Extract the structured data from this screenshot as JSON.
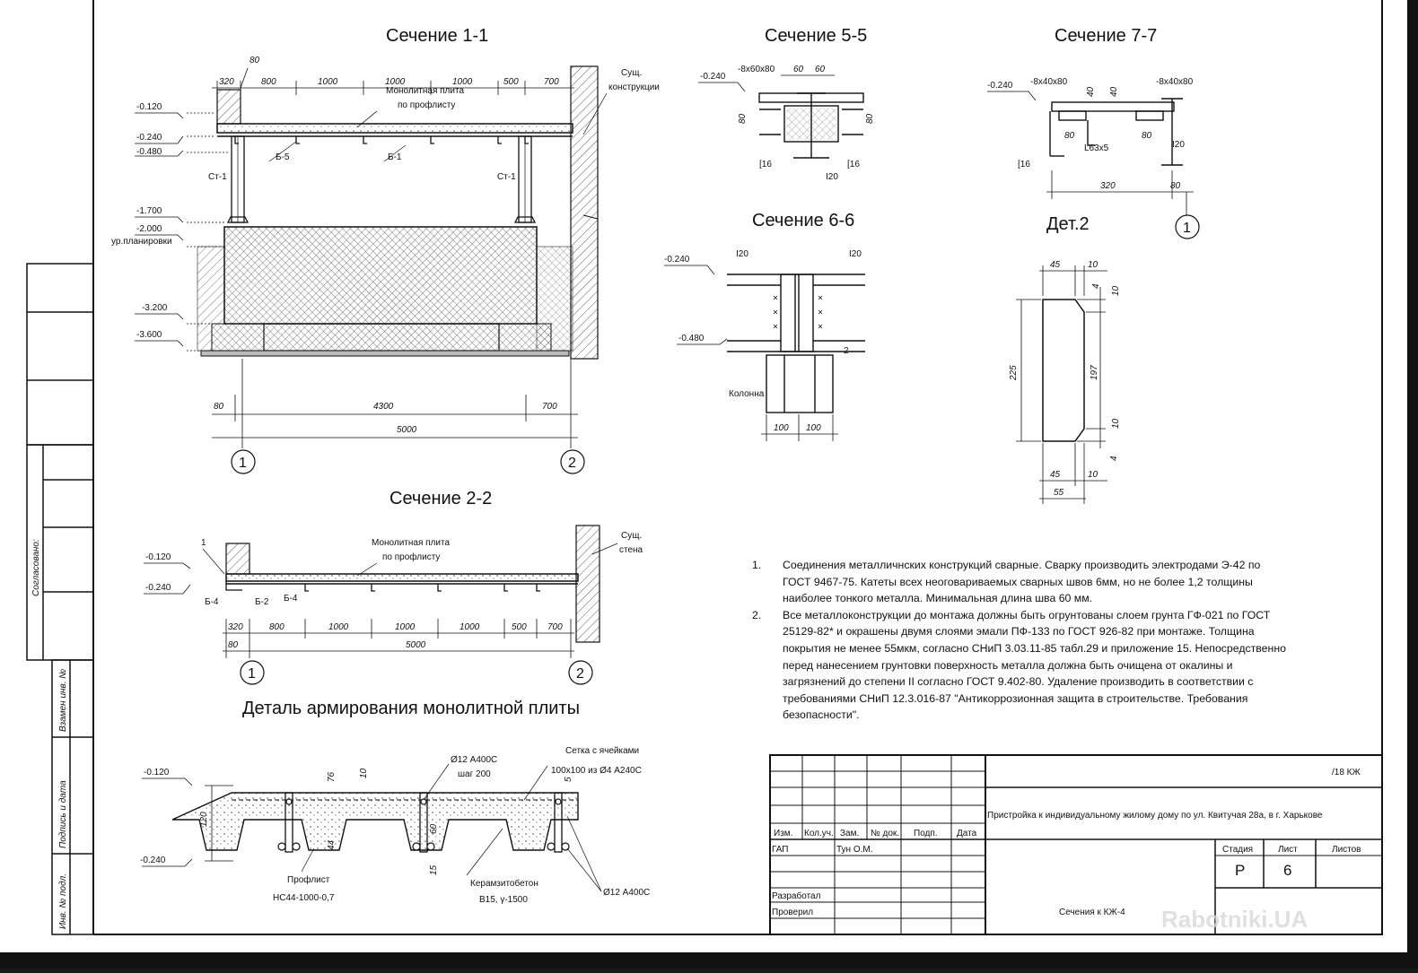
{
  "titles": {
    "s11": "Сечение 1-1",
    "s55": "Сечение 5-5",
    "s77": "Сечение 7-7",
    "s66": "Сечение 6-6",
    "det2": "Дет.2",
    "s22": "Сечение 2-2",
    "detail": "Деталь армирования монолитной плиты"
  },
  "s11": {
    "top_dims": [
      "320",
      "800",
      "1000",
      "1000",
      "1000",
      "500",
      "700"
    ],
    "dim_80": "80",
    "levels": [
      "-0.120",
      "-0.240",
      "-0.480",
      "-1.700",
      "-2.000",
      "-3.200",
      "-3.600"
    ],
    "ground_label": "ур.планировки",
    "slab_label_1": "Монолитная плита",
    "slab_label_2": "по профлисту",
    "exist_label_1": "Сущ.",
    "exist_label_2": "конструкции",
    "beam_b5": "Б-5",
    "beam_b1": "Б-1",
    "col_left": "Ст-1",
    "col_right": "Ст-1",
    "bottom_dims": [
      "80",
      "4300",
      "700"
    ],
    "total": "5000",
    "axis_1": "1",
    "axis_2": "2"
  },
  "s55": {
    "level": "-0.240",
    "plate": "-8x60x80",
    "dim60a": "60",
    "dim60b": "60",
    "dim80l": "80",
    "dim80r": "80",
    "ch_left": "[16",
    "ch_right": "[16",
    "ibeam": "I20"
  },
  "s77": {
    "level": "-0.240",
    "plate_l": "-8x40x80",
    "plate_r": "-8x40x80",
    "dim40a": "40",
    "dim40b": "40",
    "dim80l": "80",
    "dim80r": "80",
    "angle": "L63x5",
    "ch": "[16",
    "ibeam": "I20",
    "dim320": "320",
    "dim80b": "80",
    "axis": "1"
  },
  "s66": {
    "level1": "-0.240",
    "level2": "-0.480",
    "ibeam_l": "I20",
    "ibeam_r": "I20",
    "column": "Колонна",
    "mark2": "2",
    "dim100a": "100",
    "dim100b": "100"
  },
  "det2": {
    "d45t": "45",
    "d10t": "10",
    "d4t": "4",
    "d10r": "10",
    "d225": "225",
    "d197": "197",
    "d10b": "10",
    "d4b": "4",
    "d45b": "45",
    "d10bb": "10",
    "d55": "55"
  },
  "s22": {
    "dim1": "1",
    "levels": [
      "-0.120",
      "-0.240"
    ],
    "slab_label_1": "Монолитная плита",
    "slab_label_2": "по профлисту",
    "exist_label_1": "Сущ.",
    "exist_label_2": "стена",
    "b4a": "Б-4",
    "b2": "Б-2",
    "b4b": "Б-4",
    "dims": [
      "320",
      "800",
      "1000",
      "1000",
      "1000",
      "500",
      "700"
    ],
    "dim80": "80",
    "total": "5000",
    "axis_1": "1",
    "axis_2": "2"
  },
  "detail": {
    "level1": "-0.120",
    "level2": "-0.240",
    "d120": "120",
    "d76": "76",
    "d10": "10",
    "d60": "60",
    "d44": "44",
    "d15": "15",
    "d5": "5",
    "rebar_top_1": "Ø12 А400С",
    "rebar_top_2": "шаг 200",
    "mesh_1": "Сетка с ячейками",
    "mesh_2": "100х100 из Ø4 А240С",
    "profsheet_1": "Профлист",
    "profsheet_2": "НС44-1000-0,7",
    "concrete_1": "Керамзитобетон",
    "concrete_2": "В15, γ-1500",
    "rebar_bottom": "Ø12 А400С"
  },
  "notes": [
    {
      "num": "1.",
      "text": "Соединения металличнских конструкций сварные. Сварку производить электродами Э-42 по ГОСТ 9467-75. Катеты всех неоговариваемых сварных швов 6мм, но не более 1,2 толщины наиболее тонкого металла. Минимальная длина шва 60 мм."
    },
    {
      "num": "2.",
      "text": "Все металлоконструкции до монтажа должны быть огрунтованы слоем грунта ГФ-021 по ГОСТ 25129-82* и окрашены двумя слоями эмали ПФ-133 по ГОСТ 926-82 при монтаже. Толщина покрытия не менее 55мкм, согласно СНиП 3.03.11-85 табл.29 и приложение 15. Непосредственно перед нанесением грунтовки поверхность металла должна быть очищена от окалины и загрязнений до степени II  согласно ГОСТ 9.402-80. Удаление производить в соответствии с требованиями СНиП 12.3.016-87 \"Антикоррозионная защита в строительстве. Требования безопасности\"."
    }
  ],
  "sidebar": {
    "agreed": "Согласовано:",
    "replaced": "Взамен инв. №",
    "sign_date": "Подпись и дата",
    "inv_no": "Инв. № подл."
  },
  "stamp": {
    "code": "/18 КЖ",
    "project": "Пристройка к индивидуальному жилому дому по ул. Квитучая 28а, в г. Харькове",
    "cols": [
      "Изм.",
      "Кол.уч.",
      "Зам.",
      "№ док.",
      "Подп.",
      "Дата"
    ],
    "gap": "ГАП",
    "gap_name": "Тун О.М.",
    "developed": "Разработал",
    "checked": "Проверил",
    "sheet_title": "Сечения к КЖ-4",
    "stage_h": "Стадия",
    "sheet_h": "Лист",
    "sheets_h": "Листов",
    "stage": "Р",
    "sheet": "6"
  },
  "watermark": "Rabotniki.UA"
}
